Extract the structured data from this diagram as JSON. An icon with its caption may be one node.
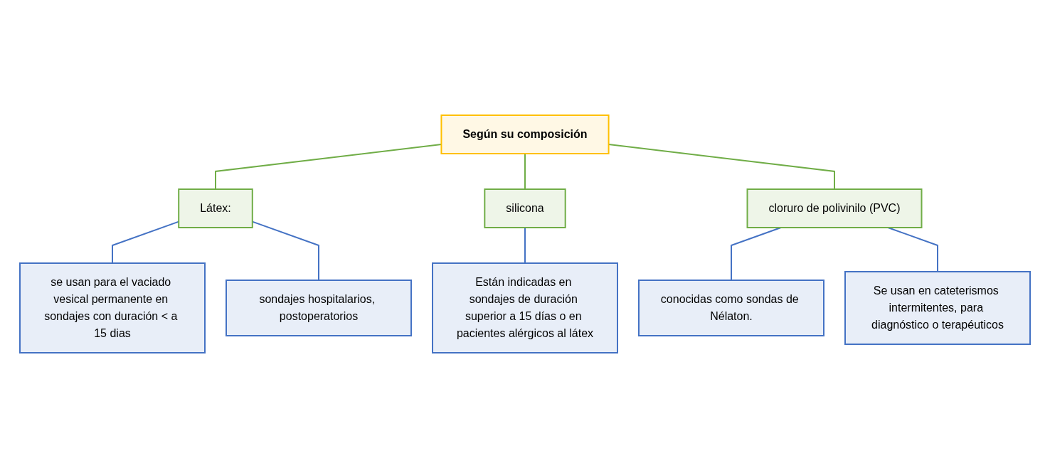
{
  "diagram": {
    "nodes": [
      {
        "text": [
          "Según su composición"
        ]
      },
      {
        "text": [
          "Látex:"
        ]
      },
      {
        "text": [
          "silicona"
        ]
      },
      {
        "text": [
          "cloruro de polivinilo (PVC)"
        ]
      },
      {
        "text": [
          "se usan para el vaciado vesical permanente en sondajes con duración < a 15 dias"
        ]
      },
      {
        "text": [
          "sondajes hospitalarios, postoperatorios"
        ]
      },
      {
        "text": [
          "Están indicadas en sondajes de duración superior a 15 días o en pacientes alérgicos al látex"
        ]
      },
      {
        "text": [
          "conocidas como sondas de Nélaton."
        ]
      },
      {
        "text": [
          "Se usan en cateterismos intermitentes, para diagnóstico o terapéuticos"
        ]
      }
    ],
    "edges": [
      {
        "from": 0,
        "to": 1,
        "arrow": "none",
        "color": "#70ad47"
      },
      {
        "from": 0,
        "to": 2,
        "arrow": "none",
        "color": "#70ad47"
      },
      {
        "from": 0,
        "to": 3,
        "arrow": "none",
        "color": "#70ad47"
      },
      {
        "from": 1,
        "to": 4,
        "arrow": "none"
      },
      {
        "from": 1,
        "to": 5,
        "arrow": "none"
      },
      {
        "from": 2,
        "to": 6,
        "arrow": "none"
      },
      {
        "from": 3,
        "to": 7,
        "arrow": "none"
      },
      {
        "from": 3,
        "to": 8,
        "arrow": "none"
      }
    ]
  }
}
